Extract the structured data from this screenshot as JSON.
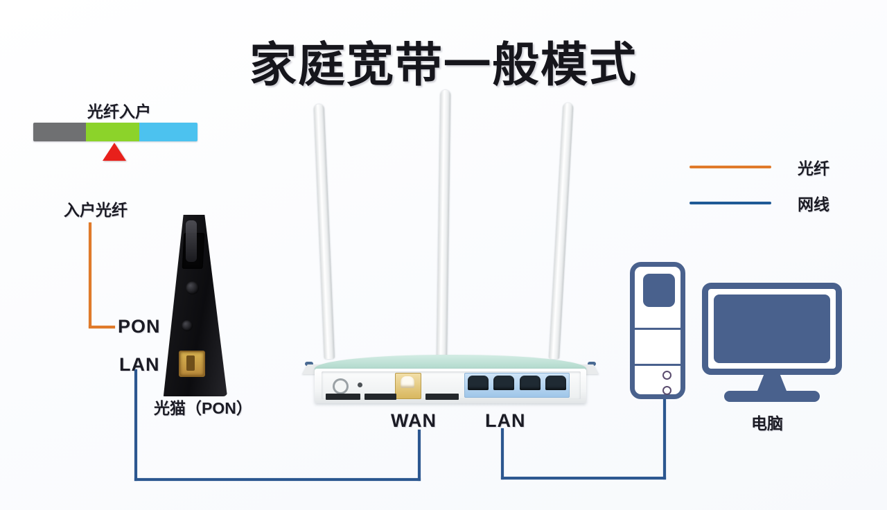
{
  "title": "家庭宽带一般模式",
  "fiber_entry": {
    "label": "光纤入户",
    "bar_segments": [
      {
        "name": "gray-segment",
        "color": "#6f7072"
      },
      {
        "name": "green-segment",
        "color": "#8cd32a"
      },
      {
        "name": "blue-segment",
        "color": "#4cc2ef"
      }
    ],
    "marker_color": "#e8201b"
  },
  "drop_fiber": {
    "label": "入户光纤",
    "color": "#e07a2a"
  },
  "ont": {
    "port_pon": "PON",
    "port_lan": "LAN",
    "caption": "光猫（PON）"
  },
  "router": {
    "wan_label": "WAN",
    "lan_label": "LAN",
    "lan_port_count": 4,
    "antenna_count": 3,
    "top_color": "#b9ded2",
    "wan_port_color": "#d8b75f",
    "lan_bank_color": "#9fc6e9"
  },
  "computer": {
    "caption": "电脑",
    "color": "#49618d"
  },
  "legend": {
    "items": [
      {
        "label": "光纤",
        "color": "#e07a2a",
        "icon": "orange-line-icon"
      },
      {
        "label": "网线",
        "color": "#2c5790",
        "icon": "blue-line-icon"
      }
    ]
  },
  "cables": {
    "fiber_color": "#e07a2a",
    "ethernet_color": "#2c5790"
  }
}
